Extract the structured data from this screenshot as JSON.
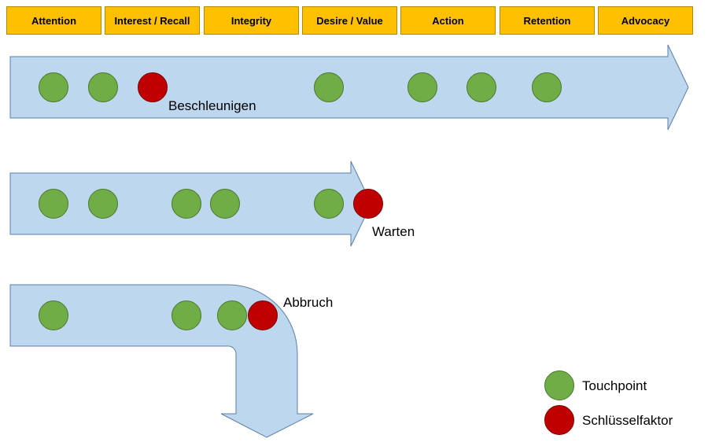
{
  "stages": [
    "Attention",
    "Interest / Recall",
    "Integrity",
    "Desire / Value",
    "Action",
    "Retention",
    "Advocacy"
  ],
  "rows": {
    "accelerate": {
      "label": "Beschleunigen"
    },
    "wait": {
      "label": "Warten"
    },
    "abort": {
      "label": "Abbruch"
    }
  },
  "legend": {
    "touchpoint": "Touchpoint",
    "key_factor": "Schlüsselfaktor"
  },
  "colors": {
    "stage_fill": "#ffc000",
    "arrow_fill": "#bdd7ee",
    "touchpoint": "#70ad47",
    "key_factor": "#c00000"
  }
}
